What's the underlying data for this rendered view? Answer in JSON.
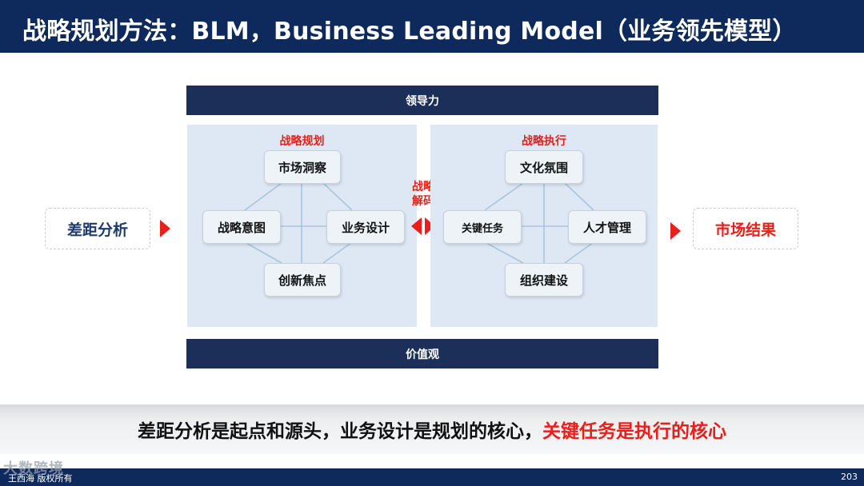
{
  "header": {
    "title": "战略规划方法：BLM，Business Leading Model（业务领先模型）"
  },
  "diagram": {
    "top_bar": "领导力",
    "bottom_bar": "价值观",
    "left_input": "差距分析",
    "right_output": "市场结果",
    "decode_label": "战略\n解码",
    "strategy_planning": {
      "title": "战略规划",
      "nodes": {
        "top": "市场洞察",
        "left": "战略意图",
        "right": "业务设计",
        "bottom": "创新焦点"
      }
    },
    "strategy_execution": {
      "title": "战略执行",
      "nodes": {
        "top": "文化氛围",
        "left": "关键任务",
        "right": "人才管理",
        "bottom": "组织建设"
      }
    }
  },
  "summary": {
    "part1": "差距分析是起点和源头，业务设计是规划的核心，",
    "part2": "关键任务是执行的核心"
  },
  "footer": {
    "author": "王西海 版权所有",
    "page_number": "203",
    "watermark": "大数跨境"
  },
  "colors": {
    "navy": "#0e2a5c",
    "accent_red": "#e8201b",
    "panel_bg": "#dde8f4"
  }
}
